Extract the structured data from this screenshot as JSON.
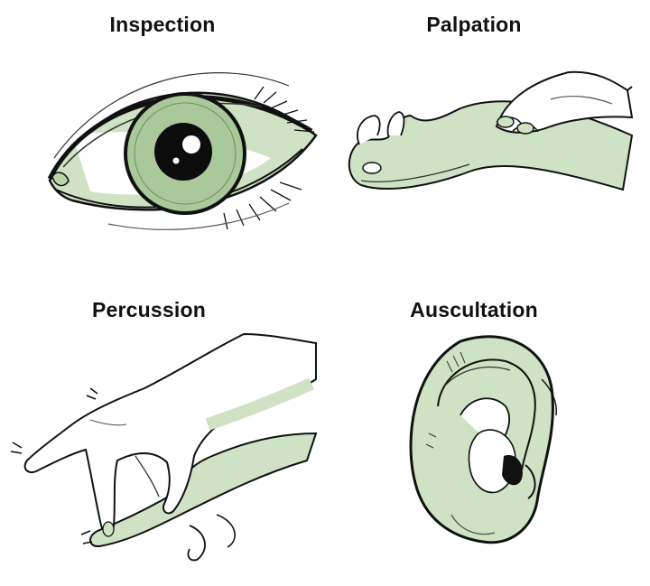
{
  "panels": [
    {
      "id": "inspection",
      "label": "Inspection",
      "icon": "eye-icon"
    },
    {
      "id": "palpation",
      "label": "Palpation",
      "icon": "palpating-hands-icon"
    },
    {
      "id": "percussion",
      "label": "Percussion",
      "icon": "percussing-hands-icon"
    },
    {
      "id": "auscultation",
      "label": "Auscultation",
      "icon": "ear-icon"
    }
  ],
  "colors": {
    "fill": "#cfe2c3",
    "iris": "#a9c99a",
    "ink": "#111111",
    "line": "#222222"
  }
}
